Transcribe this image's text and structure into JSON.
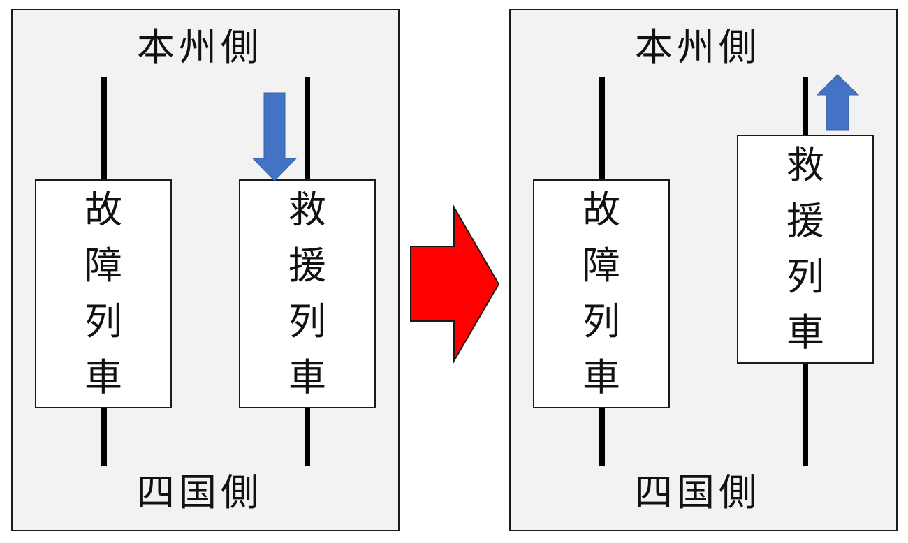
{
  "left_panel": {
    "top_label": "本州側",
    "bottom_label": "四国側",
    "broken_train": [
      "故",
      "障",
      "列",
      "車"
    ],
    "rescue_train": [
      "救",
      "援",
      "列",
      "車"
    ],
    "rescue_arrow_direction": "down"
  },
  "right_panel": {
    "top_label": "本州側",
    "bottom_label": "四国側",
    "broken_train": [
      "故",
      "障",
      "列",
      "車"
    ],
    "rescue_train": [
      "救",
      "援",
      "列",
      "車"
    ],
    "rescue_arrow_direction": "up"
  },
  "transition_arrow": {
    "direction": "right"
  },
  "colors": {
    "panel_bg": "#f2f2f2",
    "move_arrow": "#4472c4",
    "transition_arrow": "#ff0000"
  }
}
